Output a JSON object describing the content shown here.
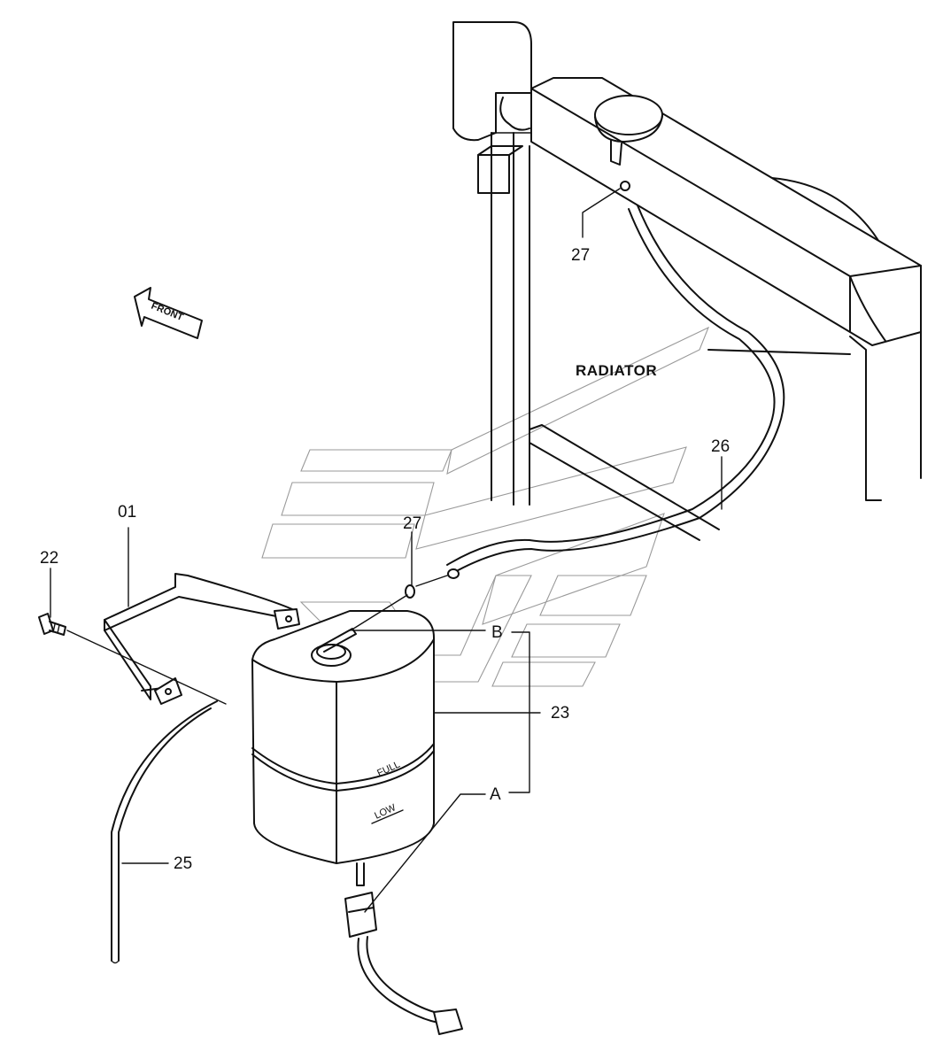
{
  "labels": {
    "radiator": "RADIATOR",
    "front": "FRONT",
    "tank_full": "FULL",
    "tank_low": "LOW"
  },
  "callouts": [
    {
      "id": "01",
      "text": "01"
    },
    {
      "id": "22",
      "text": "22"
    },
    {
      "id": "23",
      "text": "23"
    },
    {
      "id": "25",
      "text": "25"
    },
    {
      "id": "26",
      "text": "26"
    },
    {
      "id": "27a",
      "text": "27"
    },
    {
      "id": "27b",
      "text": "27"
    },
    {
      "id": "A",
      "text": "A"
    },
    {
      "id": "B",
      "text": "B"
    }
  ],
  "icons": {
    "front_arrow": "front-arrow-icon",
    "watermark": "logo-watermark"
  }
}
